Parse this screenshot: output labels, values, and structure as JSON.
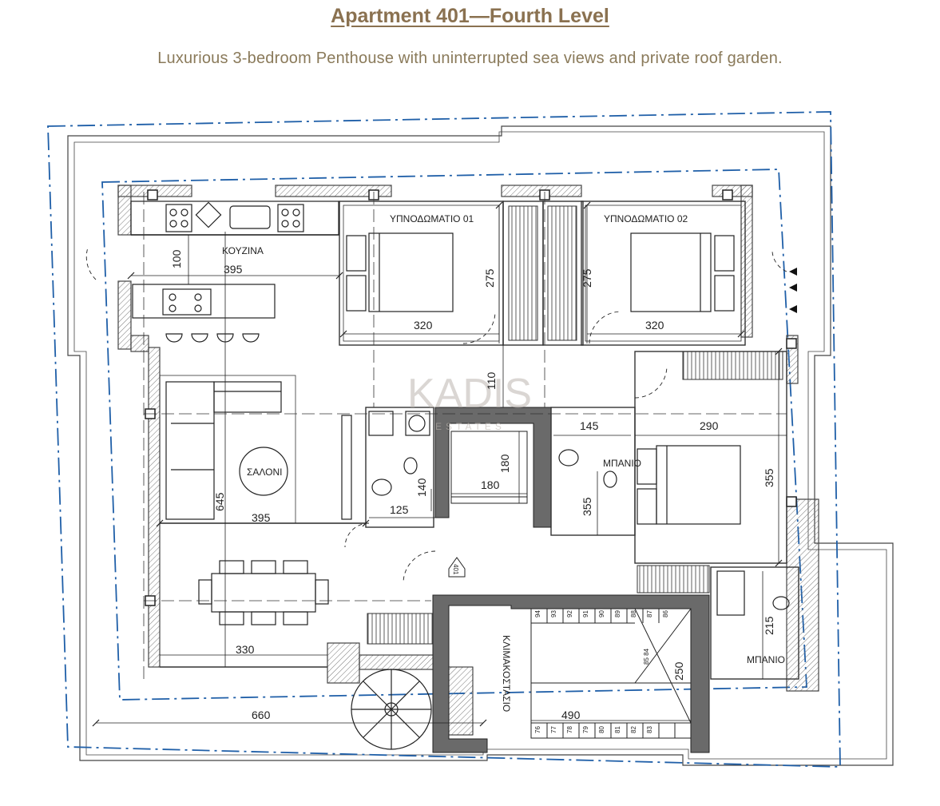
{
  "header": {
    "title": "Apartment 401—Fourth Level",
    "subtitle": "Luxurious 3-bedroom Penthouse with uninterrupted sea views and private roof garden."
  },
  "rooms": {
    "kitchen": "ΚΟΥΖΙΝΑ",
    "bedroom1": "ΥΠΝΟΔΩΜΑΤΙΟ 01",
    "bedroom2": "ΥΠΝΟΔΩΜΑΤΙΟ 02",
    "living": "ΣΑΛΟΝΙ",
    "bath1": "ΜΠΑΝΙΟ",
    "bath2": "ΜΠΑΝΙΟ",
    "stairs": "ΚΛΙΜΑΚΟΣΤΑΣΙΟ",
    "elevator_tag": "401"
  },
  "dimensions": {
    "d100": "100",
    "d395a": "395",
    "d275a": "275",
    "d275b": "275",
    "d320a": "320",
    "d320b": "320",
    "d110": "110",
    "d145": "145",
    "d290": "290",
    "d180a": "180",
    "d180b": "180",
    "d140": "140",
    "d125": "125",
    "d645": "645",
    "d395b": "395",
    "d355a": "355",
    "d355b": "355",
    "d215": "215",
    "d250": "250",
    "d330": "330",
    "d660": "660",
    "d490": "490"
  },
  "stair_steps_top": [
    "94",
    "93",
    "92",
    "91",
    "90",
    "89",
    "88",
    "87",
    "86"
  ],
  "stair_steps_bottom": [
    "76",
    "77",
    "78",
    "79",
    "80",
    "81",
    "82",
    "83"
  ],
  "stair_landing": "85 84",
  "watermark": {
    "brand": "KADIS",
    "sub": "ESTATES"
  },
  "colors": {
    "title": "#8a7150",
    "wall": "#555555",
    "boundary": "#1f5fa8",
    "core": "#6a6a6a"
  }
}
